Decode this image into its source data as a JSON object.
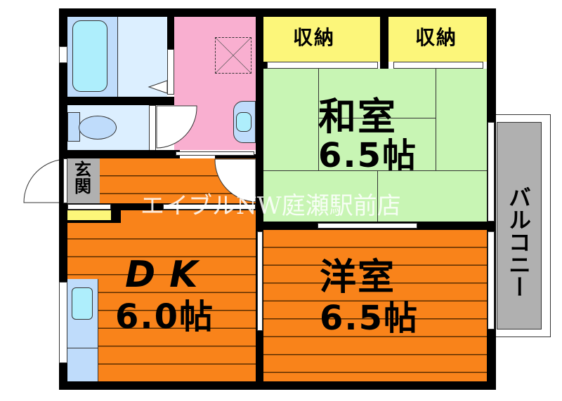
{
  "floor_plan": {
    "rooms": {
      "storage_left": {
        "label": "収納"
      },
      "storage_right": {
        "label": "収納"
      },
      "japanese_room": {
        "label": "和室",
        "size": "6.5帖"
      },
      "entrance": {
        "label": "玄関"
      },
      "dining_kitchen": {
        "label": "DK",
        "size": "6.0帖"
      },
      "western_room": {
        "label": "洋室",
        "size": "6.5帖"
      },
      "balcony": {
        "label": "バルコニー"
      }
    },
    "watermark": "エイブルNW庭瀬駅前店",
    "colors": {
      "flooring": "#f9831a",
      "tatami": "#c8f5b4",
      "storage": "#fcf67a",
      "washroom": "#f9afd0",
      "bath": "#dcefff",
      "balcony": "#b0b0b0",
      "entrance": "#b0b0b0",
      "wall": "#000000"
    }
  }
}
